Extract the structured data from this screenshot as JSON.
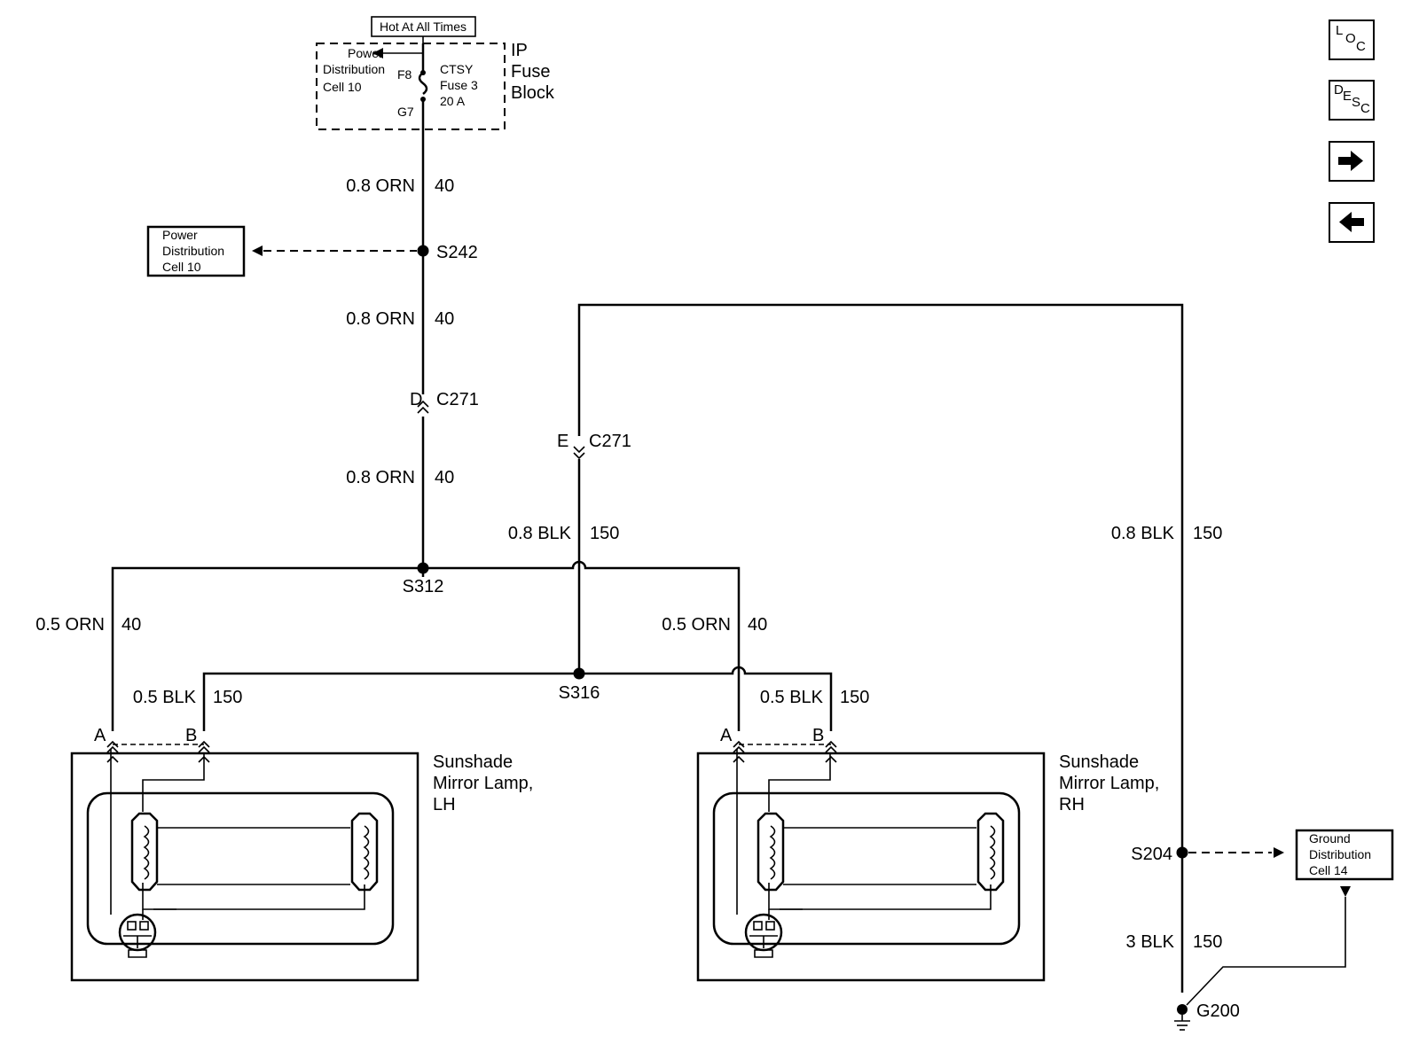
{
  "fuse_block": {
    "hot_label": "Hot At All Times",
    "name_line1": "IP",
    "name_line2": "Fuse",
    "name_line3": "Block",
    "pd_line1": "Power",
    "pd_line2": "Distribution",
    "pd_line3": "Cell 10",
    "pin_top": "F8",
    "pin_bottom": "G7",
    "fuse_line1": "CTSY",
    "fuse_line2": "Fuse 3",
    "fuse_line3": "20 A"
  },
  "power_ref": {
    "line1": "Power",
    "line2": "Distribution",
    "line3": "Cell 10"
  },
  "ground_ref": {
    "line1": "Ground",
    "line2": "Distribution",
    "line3": "Cell 14"
  },
  "wires": {
    "orn_08": "0.8 ORN",
    "orn_05": "0.5 ORN",
    "blk_08": "0.8 BLK",
    "blk_05": "0.5 BLK",
    "blk_3": "3 BLK",
    "circuit_40": "40",
    "circuit_150": "150"
  },
  "splices": {
    "s242": "S242",
    "s312": "S312",
    "s316": "S316",
    "s204": "S204"
  },
  "connectors": {
    "c271": "C271",
    "pin_d": "D",
    "pin_e": "E",
    "pin_a": "A",
    "pin_b": "B"
  },
  "ground": "G200",
  "lamps": {
    "lh": {
      "line1": "Sunshade",
      "line2": "Mirror Lamp,",
      "line3": "LH"
    },
    "rh": {
      "line1": "Sunshade",
      "line2": "Mirror Lamp,",
      "line3": "RH"
    }
  },
  "nav": {
    "loc": {
      "l1": "L",
      "l2": "O",
      "l3": "C"
    },
    "desc": {
      "l1": "D",
      "l2": "E",
      "l3": "S",
      "l4": "C"
    },
    "next_icon": "arrow-right-icon",
    "prev_icon": "arrow-left-icon"
  }
}
